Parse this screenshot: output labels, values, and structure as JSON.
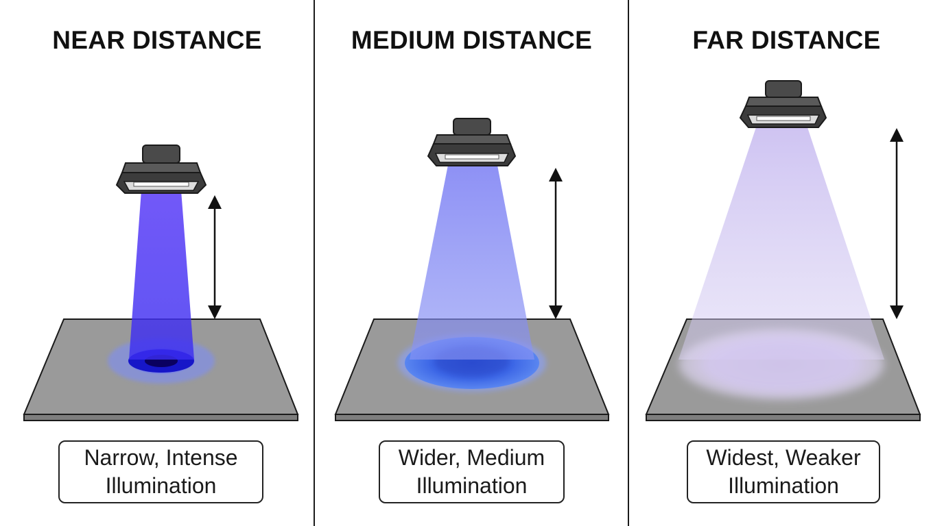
{
  "panels": [
    {
      "id": "near",
      "title": "NEAR DISTANCE",
      "caption_line1": "Narrow, Intense",
      "caption_line2": "Illumination",
      "beam_color": "#4a2cf5"
    },
    {
      "id": "medium",
      "title": "MEDIUM DISTANCE",
      "caption_line1": "Wider, Medium",
      "caption_line2": "Illumination",
      "beam_color": "#6f78f0"
    },
    {
      "id": "far",
      "title": "FAR DISTANCE",
      "caption_line1": "Widest, Weaker",
      "caption_line2": "Illumination",
      "beam_color": "#c8bcf0"
    }
  ],
  "colors": {
    "surface": "#9a9a9a",
    "lamp_body": "#4a4a4a",
    "outline": "#1a1a1a"
  }
}
